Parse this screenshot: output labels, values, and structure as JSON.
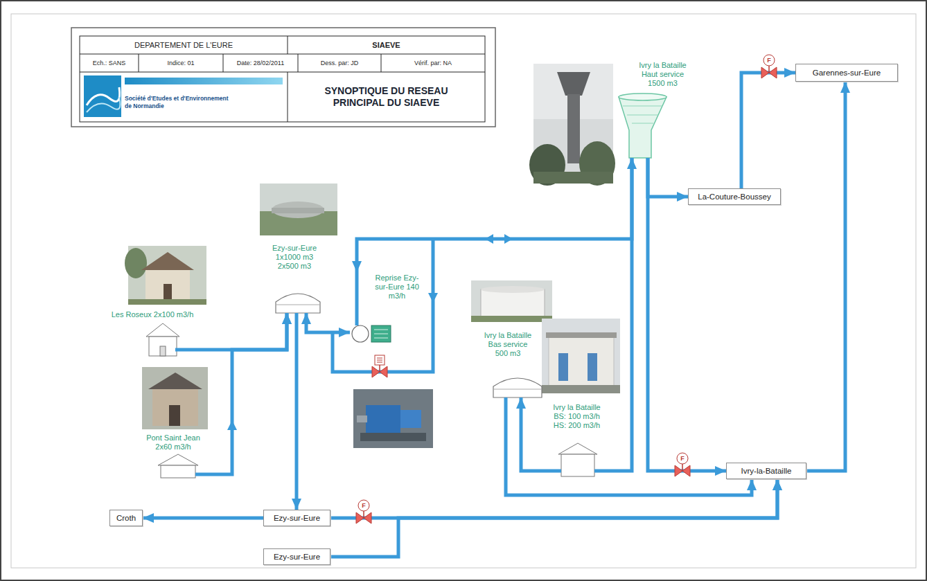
{
  "diagram": {
    "title": "SYNOPTIQUE DU RESEAU PRINCIPAL DU SIAEVE",
    "nodes": [
      {
        "text": [
          "Ivry la Bataille Haut service 1500 m3"
        ]
      },
      {
        "text": [
          "Garennes-sur-Eure"
        ]
      },
      {
        "text": [
          "La-Couture-Boussey"
        ]
      },
      {
        "text": [
          "Ezy-sur-Eure 1x1000 m3 2x500 m3"
        ]
      },
      {
        "text": [
          "Reprise Ezy-sur-Eure 140 m3/h"
        ]
      },
      {
        "text": [
          "Les Roseux 2x100 m3/h"
        ]
      },
      {
        "text": [
          "Pont Saint Jean 2x60 m3/h"
        ]
      },
      {
        "text": [
          "Ivry la Bataille Bas service 500 m3"
        ]
      },
      {
        "text": [
          "Ivry la Bataille BS: 100 m3/h HS: 200 m3/h"
        ]
      },
      {
        "text": [
          "Ivry-la-Bataille"
        ]
      },
      {
        "text": [
          "Croth"
        ]
      },
      {
        "text": [
          "Ezy-sur-Eure"
        ]
      },
      {
        "text": [
          "Ezy-sur-Eure"
        ]
      }
    ],
    "edges": [
      {
        "from": 5,
        "to": 3,
        "arrow": "to"
      },
      {
        "from": 6,
        "to": 3,
        "arrow": "to"
      },
      {
        "from": 3,
        "to": 11,
        "arrow": "to"
      },
      {
        "from": 3,
        "to": 4,
        "arrow": "both"
      },
      {
        "from": 4,
        "to": 0,
        "arrow": "both"
      },
      {
        "from": 11,
        "to": 10,
        "arrow": "to"
      },
      {
        "from": 11,
        "to": 9,
        "arrow": "to"
      },
      {
        "from": 12,
        "to": 9,
        "arrow": "to"
      },
      {
        "from": 7,
        "to": 9,
        "arrow": "to"
      },
      {
        "from": 8,
        "to": 7,
        "arrow": "to"
      },
      {
        "from": 8,
        "to": 0,
        "arrow": "none"
      },
      {
        "from": 0,
        "to": 9,
        "arrow": "to"
      },
      {
        "from": 0,
        "to": 2,
        "arrow": "to"
      },
      {
        "from": 2,
        "to": 1,
        "arrow": "to"
      },
      {
        "from": 9,
        "to": 1,
        "arrow": "to"
      }
    ],
    "labels": [
      "DEPARTEMENT DE L'EURE",
      "SIAEVE",
      "Ech.: SANS",
      "Indice: 01",
      "Date: 28/02/2011",
      "Dess. par: JD",
      "Vérif. par: NA",
      "Société d'Etudes et d'Environnement de Normandie",
      "F",
      "F",
      "F"
    ]
  }
}
